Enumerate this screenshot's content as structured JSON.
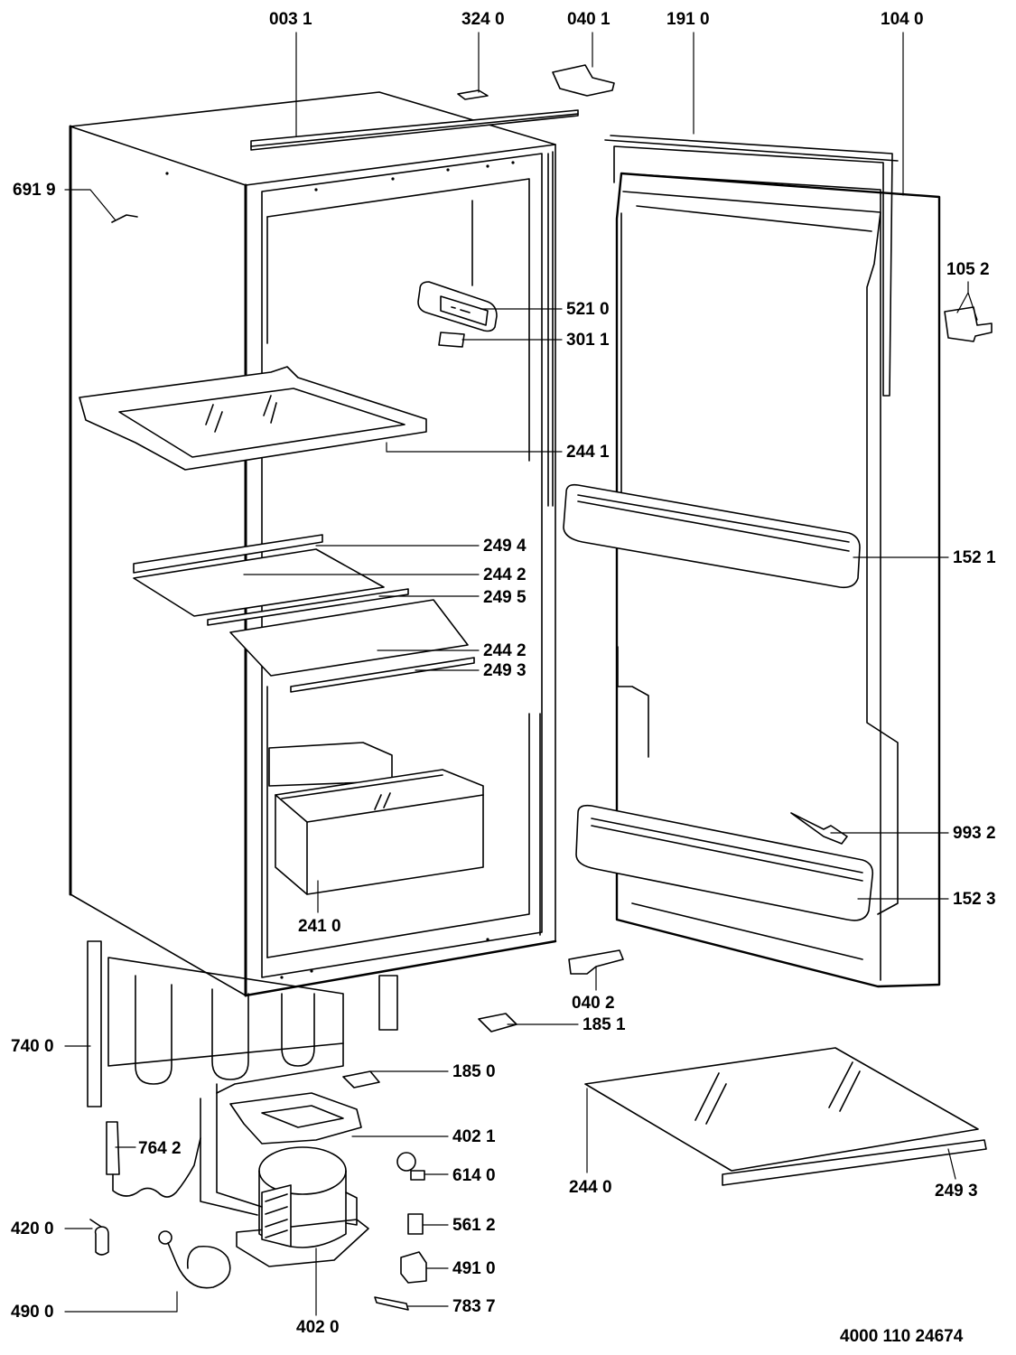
{
  "diagram": {
    "document_number": "4000 110 24674",
    "callouts": [
      {
        "id": "c0031",
        "text": "003 1"
      },
      {
        "id": "c3240",
        "text": "324 0"
      },
      {
        "id": "c0401",
        "text": "040 1"
      },
      {
        "id": "c1910",
        "text": "191 0"
      },
      {
        "id": "c1040",
        "text": "104 0"
      },
      {
        "id": "c6919",
        "text": "691 9"
      },
      {
        "id": "c1052",
        "text": "105 2"
      },
      {
        "id": "c5210",
        "text": "521 0"
      },
      {
        "id": "c3011",
        "text": "301 1"
      },
      {
        "id": "c2441",
        "text": "244 1"
      },
      {
        "id": "c1521",
        "text": "152 1"
      },
      {
        "id": "c2494",
        "text": "249 4"
      },
      {
        "id": "c2442a",
        "text": "244 2"
      },
      {
        "id": "c2495",
        "text": "249 5"
      },
      {
        "id": "c2442b",
        "text": "244 2"
      },
      {
        "id": "c2493a",
        "text": "249 3"
      },
      {
        "id": "c9932",
        "text": "993 2"
      },
      {
        "id": "c1523",
        "text": "152 3"
      },
      {
        "id": "c2410",
        "text": "241 0"
      },
      {
        "id": "c0402",
        "text": "040 2"
      },
      {
        "id": "c1851",
        "text": "185 1"
      },
      {
        "id": "c7400",
        "text": "740 0"
      },
      {
        "id": "c1850",
        "text": "185 0"
      },
      {
        "id": "c4021",
        "text": "402 1"
      },
      {
        "id": "c7642",
        "text": "764 2"
      },
      {
        "id": "c6140",
        "text": "614 0"
      },
      {
        "id": "c2440",
        "text": "244 0"
      },
      {
        "id": "c2493b",
        "text": "249 3"
      },
      {
        "id": "c5612",
        "text": "561 2"
      },
      {
        "id": "c4200",
        "text": "420 0"
      },
      {
        "id": "c4910",
        "text": "491 0"
      },
      {
        "id": "c4900",
        "text": "490 0"
      },
      {
        "id": "c7837",
        "text": "783 7"
      },
      {
        "id": "c4020",
        "text": "402 0"
      }
    ]
  }
}
